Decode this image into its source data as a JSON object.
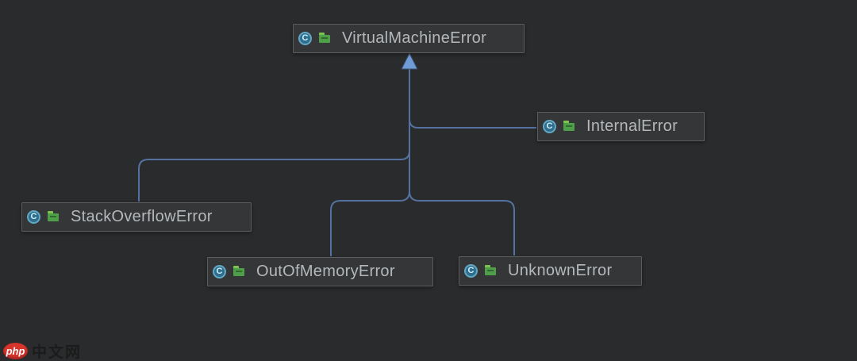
{
  "diagram": {
    "type": "uml-class-inheritance",
    "class_icon_letter": "C",
    "nodes": [
      {
        "label": "VirtualMachineError"
      },
      {
        "label": "InternalError"
      },
      {
        "label": "StackOverflowError"
      },
      {
        "label": "OutOfMemoryError"
      },
      {
        "label": "UnknownError"
      }
    ],
    "edges": [
      {
        "from": "InternalError",
        "to": "VirtualMachineError",
        "type": "inheritance"
      },
      {
        "from": "StackOverflowError",
        "to": "VirtualMachineError",
        "type": "inheritance"
      },
      {
        "from": "OutOfMemoryError",
        "to": "VirtualMachineError",
        "type": "inheritance"
      },
      {
        "from": "UnknownError",
        "to": "VirtualMachineError",
        "type": "inheritance"
      }
    ]
  },
  "watermark": {
    "badge": "php",
    "text": "中文网"
  },
  "colors": {
    "background": "#2a2b2d",
    "node_fill": "#343638",
    "node_border": "#5a5c5e",
    "node_text": "#b5b8ba",
    "edge_line": "#54719f",
    "arrow_fill": "#6f9cd6",
    "class_icon_fill": "#2f6e8c",
    "class_icon_ring": "#62a8c4",
    "visibility_icon_green": "#4f9e49",
    "watermark_red": "#d8342c"
  }
}
